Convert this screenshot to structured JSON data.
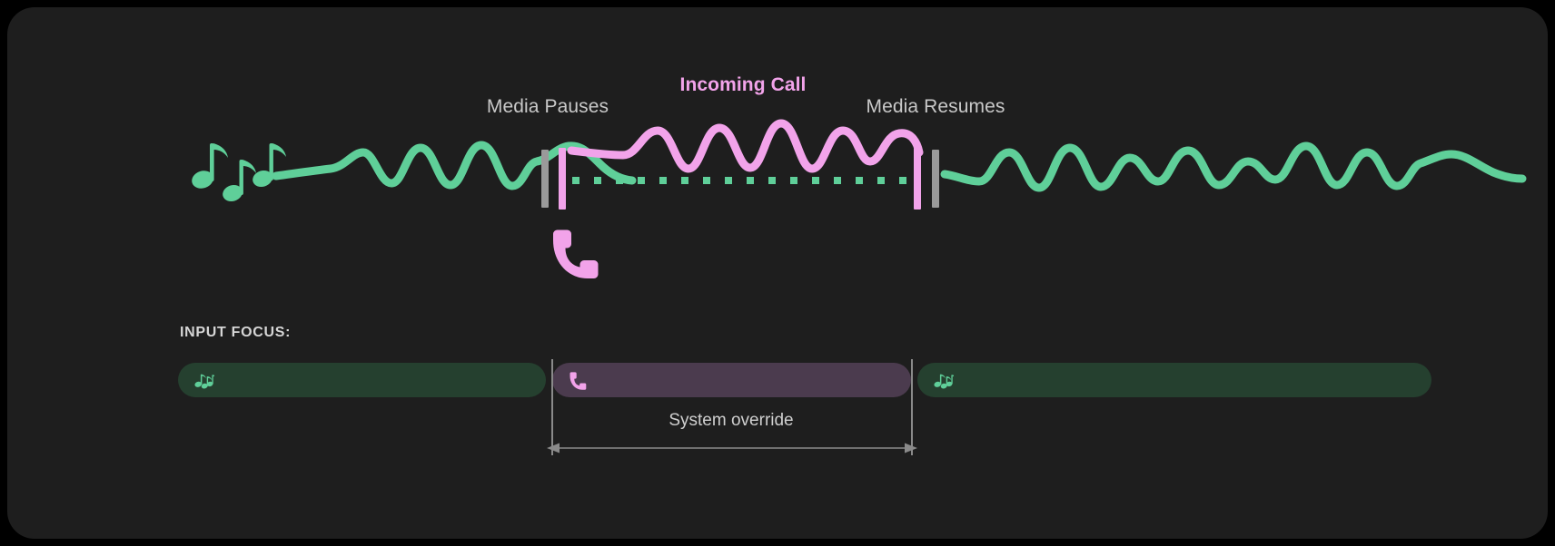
{
  "card": {
    "background": "#1e1e1e",
    "page_background": "#000000"
  },
  "timeline": {
    "labels": {
      "media_pauses": "Media Pauses",
      "incoming_call": "Incoming Call",
      "media_resumes": "Media Resumes"
    },
    "icons": {
      "music": "music-notes-icon",
      "phone": "phone-handset-icon"
    },
    "colors": {
      "media_wave": "#5fcf99",
      "call_wave": "#f2a3ea",
      "marker_gray": "#9a9a9a",
      "marker_pink": "#f2a3ea",
      "paused_dots": "#5fcf99",
      "label_text": "#c9c9c9",
      "call_label_text": "#f2a3ea"
    },
    "segments": [
      {
        "name": "media-playing-before",
        "state": "playing",
        "source": "media"
      },
      {
        "name": "call-active",
        "state": "overridden",
        "source": "call"
      },
      {
        "name": "media-playing-after",
        "state": "playing",
        "source": "media"
      }
    ]
  },
  "input_focus": {
    "title": "INPUT FOCUS:",
    "pills": [
      {
        "name": "media-left",
        "icon": "music-notes-icon",
        "color": "#25402f"
      },
      {
        "name": "call",
        "icon": "phone-handset-icon",
        "color": "#4b3b4e"
      },
      {
        "name": "media-right",
        "icon": "music-notes-icon",
        "color": "#25402f"
      }
    ],
    "override": {
      "label": "System override",
      "arrow": "double-headed-arrow",
      "color": "#8a8a8a"
    }
  }
}
